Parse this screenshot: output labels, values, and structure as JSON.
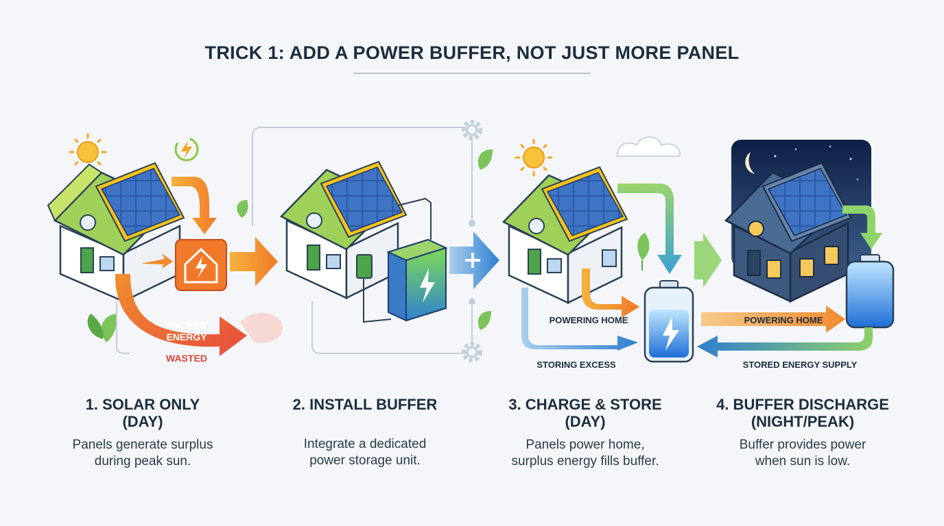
{
  "title": "TRICK 1: ADD A POWER BUFFER, NOT JUST MORE PANEL",
  "labels": {
    "excess_line1": "EXCESS",
    "excess_line2": "ENERGY",
    "wasted": "WASTED",
    "powering_home_day": "POWERING HOME",
    "storing_excess": "STORING EXCESS",
    "powering_home_night": "POWERING HOME",
    "stored_supply": "STORED ENERGY SUPPLY"
  },
  "steps": [
    {
      "title_line1": "1. SOLAR ONLY",
      "title_line2": "(DAY)",
      "desc_line1": "Panels generate surplus",
      "desc_line2": "during peak sun."
    },
    {
      "title_line1": "2. INSTALL BUFFER",
      "title_line2": "",
      "desc_line1": "Integrate a dedicated",
      "desc_line2": "power storage unit."
    },
    {
      "title_line1": "3. CHARGE & STORE",
      "title_line2": "(DAY)",
      "desc_line1": "Panels power home,",
      "desc_line2": "surplus energy fills buffer."
    },
    {
      "title_line1": "4. BUFFER DISCHARGE",
      "title_line2": "(NIGHT/PEAK)",
      "desc_line1": "Buffer provides power",
      "desc_line2": "when sun is low."
    }
  ],
  "colors": {
    "orange": "#f28a2e",
    "red_orange": "#e8553a",
    "green": "#7cc35a",
    "blue": "#3a8fd8",
    "night": "#1e3358",
    "roof_green": "#8cc63f"
  }
}
